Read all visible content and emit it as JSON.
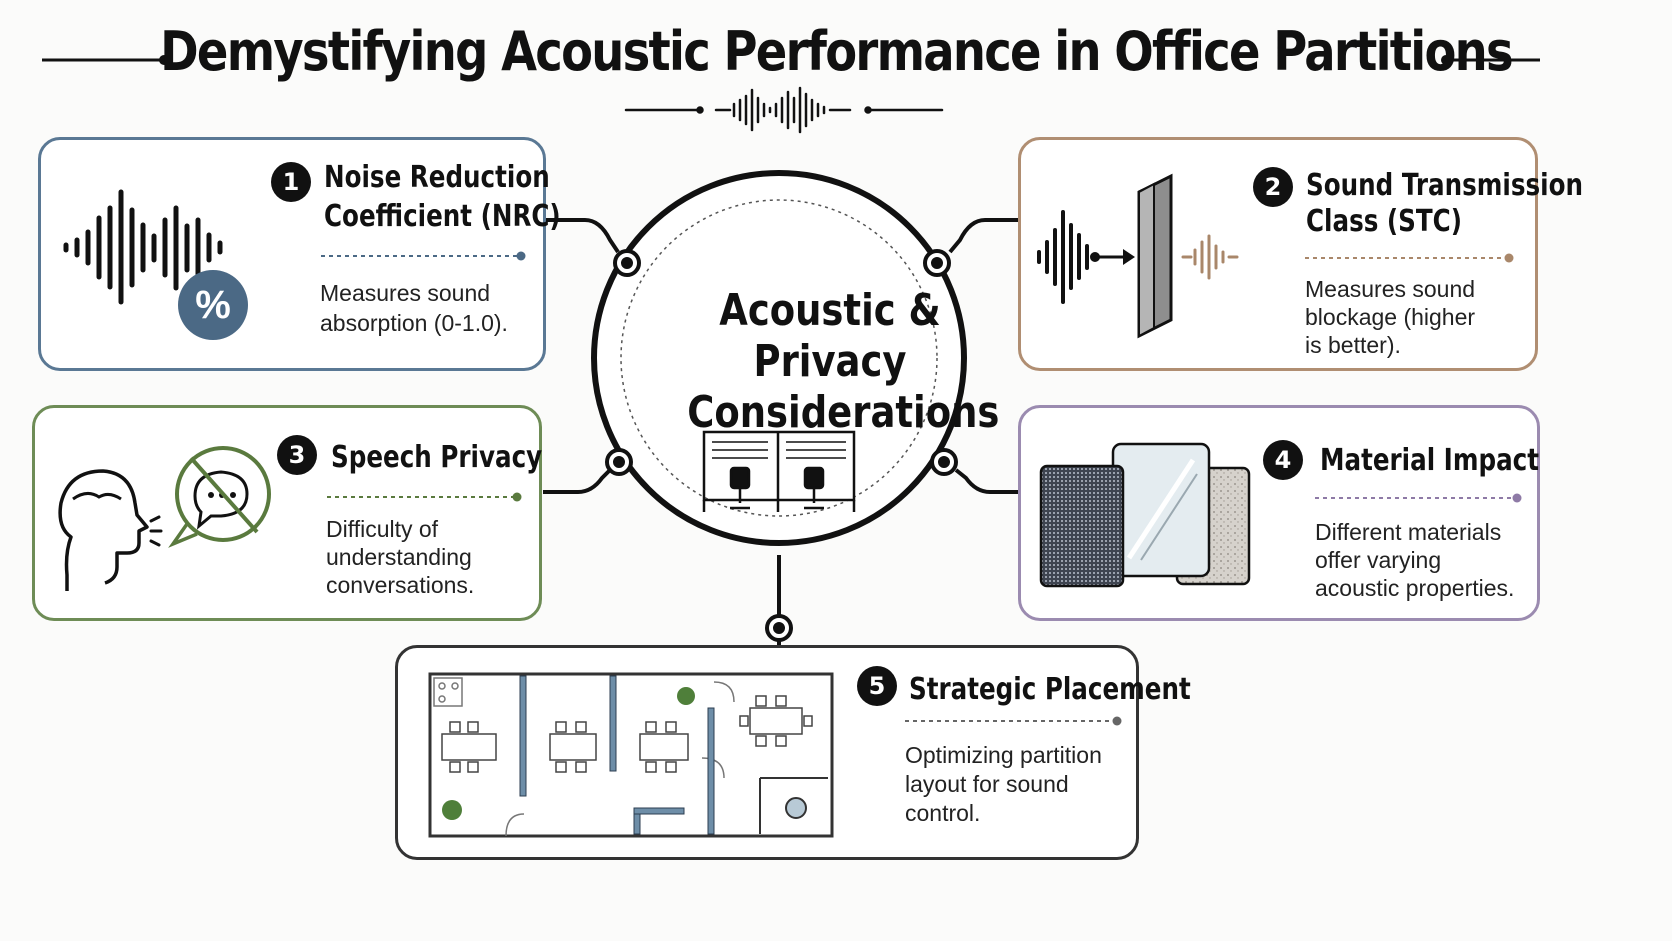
{
  "title": "Demystifying Acoustic Performance in Office Partitions",
  "center": {
    "line1": "Acoustic &",
    "line2": "Privacy",
    "line3": "Considerations"
  },
  "cards": [
    {
      "number": "1",
      "title_line1": "Noise Reduction",
      "title_line2": "Coefficient (NRC)",
      "desc_line1": "Measures sound",
      "desc_line2": "absorption (0-1.0).",
      "icon_badge": "%",
      "color": "#4a6b88"
    },
    {
      "number": "2",
      "title_line1": "Sound Transmission",
      "title_line2": "Class (STC)",
      "desc_line1": "Measures sound",
      "desc_line2": "blockage (higher",
      "desc_line3": "is better).",
      "color": "#a88a6e"
    },
    {
      "number": "3",
      "title_line1": "Speech Privacy",
      "desc_line1": "Difficulty of",
      "desc_line2": "understanding",
      "desc_line3": "conversations.",
      "color": "#6a8a52"
    },
    {
      "number": "4",
      "title_line1": "Material Impact",
      "desc_line1": "Different materials",
      "desc_line2": "offer varying",
      "desc_line3": "acoustic properties.",
      "color": "#9a8aae"
    },
    {
      "number": "5",
      "title_line1": "Strategic Placement",
      "desc_line1": "Optimizing partition",
      "desc_line2": "layout for sound",
      "desc_line3": "control.",
      "color": "#333333"
    }
  ],
  "icons": [
    "sound-wave-icon",
    "percent-icon",
    "wall-panel-icon",
    "head-speaking-icon",
    "no-chat-icon",
    "material-samples-icon",
    "office-cubicles-icon",
    "floor-plan-icon"
  ]
}
